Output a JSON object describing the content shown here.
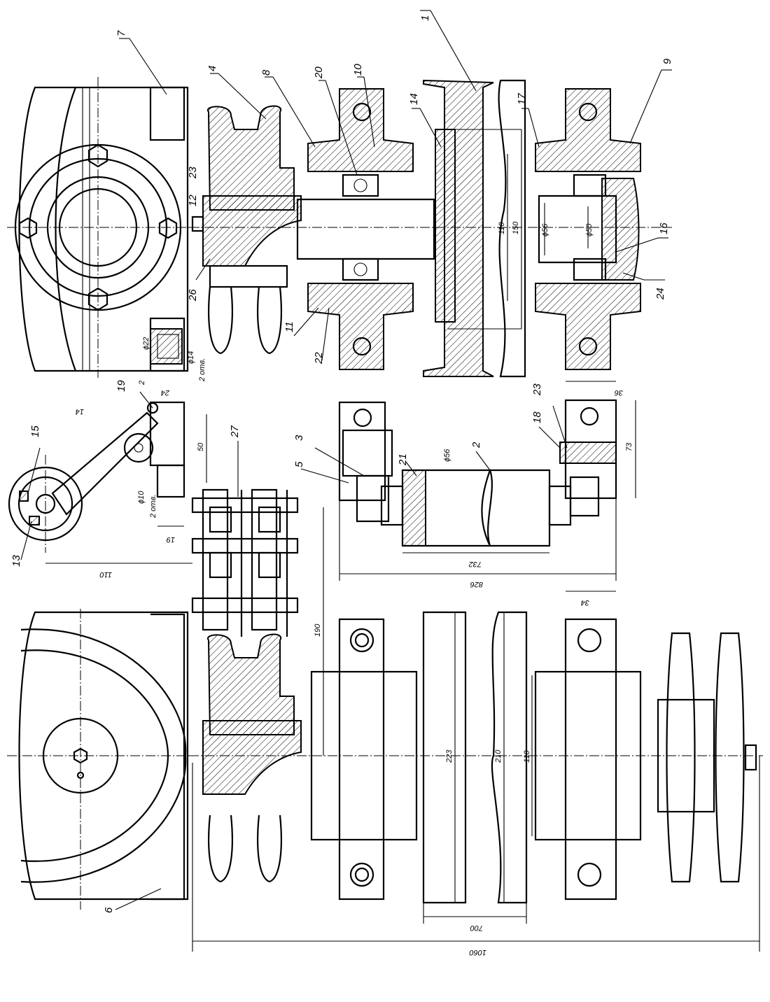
{
  "parts": {
    "p1": "1",
    "p2": "2",
    "p3": "3",
    "p4": "4",
    "p5": "5",
    "p6": "6",
    "p7": "7",
    "p8": "8",
    "p9": "9",
    "p10": "10",
    "p11": "11",
    "p12": "12",
    "p13": "13",
    "p14": "14",
    "p15": "15",
    "p16": "16",
    "p17": "17",
    "p18": "18",
    "p19": "19",
    "p20": "20",
    "p21": "21",
    "p22": "22",
    "p23a": "23",
    "p23b": "23",
    "p24": "24",
    "p26": "26",
    "p27": "27"
  },
  "dims": {
    "d110a": "110",
    "d150": "150",
    "d56a": "ϕ56",
    "d50a": "ϕ50",
    "d22": "ϕ22",
    "d14": "ϕ14",
    "d2otv1": "2 отв.",
    "d2": "2",
    "d24": "24",
    "d14b": "14",
    "d50b": "50",
    "d10": "ϕ10",
    "d2otv2": "2 отв.",
    "d19": "19",
    "d110b": "110",
    "d56b": "ϕ56",
    "d732": "732",
    "d826": "826",
    "d36": "36",
    "d73": "73",
    "d190": "190",
    "d223": "223",
    "d210": "210",
    "d110c": "110",
    "d34": "34",
    "d700": "700",
    "d1060": "1060"
  }
}
